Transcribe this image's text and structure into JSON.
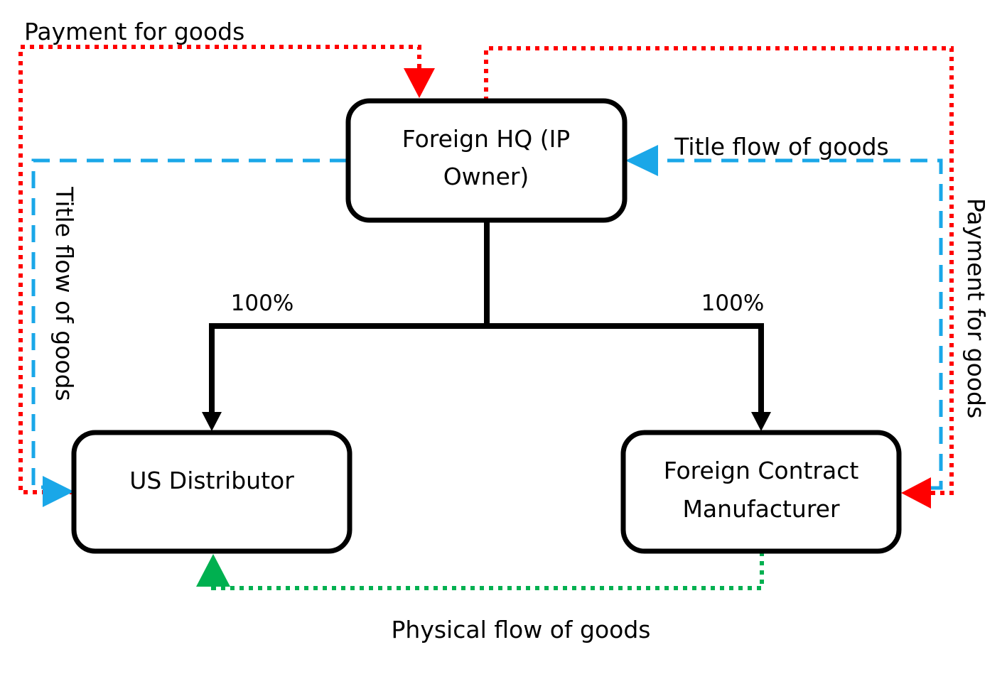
{
  "colors": {
    "payment": "#ff0000",
    "title": "#1aa7e8",
    "physical": "#00b050",
    "ownership": "#000000"
  },
  "nodes": {
    "hq": {
      "line1": "Foreign HQ (IP",
      "line2": "Owner)"
    },
    "distributor": {
      "line1": "US Distributor"
    },
    "manufacturer": {
      "line1": "Foreign Contract",
      "line2": "Manufacturer"
    }
  },
  "ownership": {
    "left_pct": "100%",
    "right_pct": "100%"
  },
  "flows": {
    "payment_top_label": "Payment for goods",
    "payment_right_label": "Payment for goods",
    "title_right_label": "Title flow of goods",
    "title_left_label": "Title flow of goods",
    "physical_label": "Physical flow of goods"
  }
}
